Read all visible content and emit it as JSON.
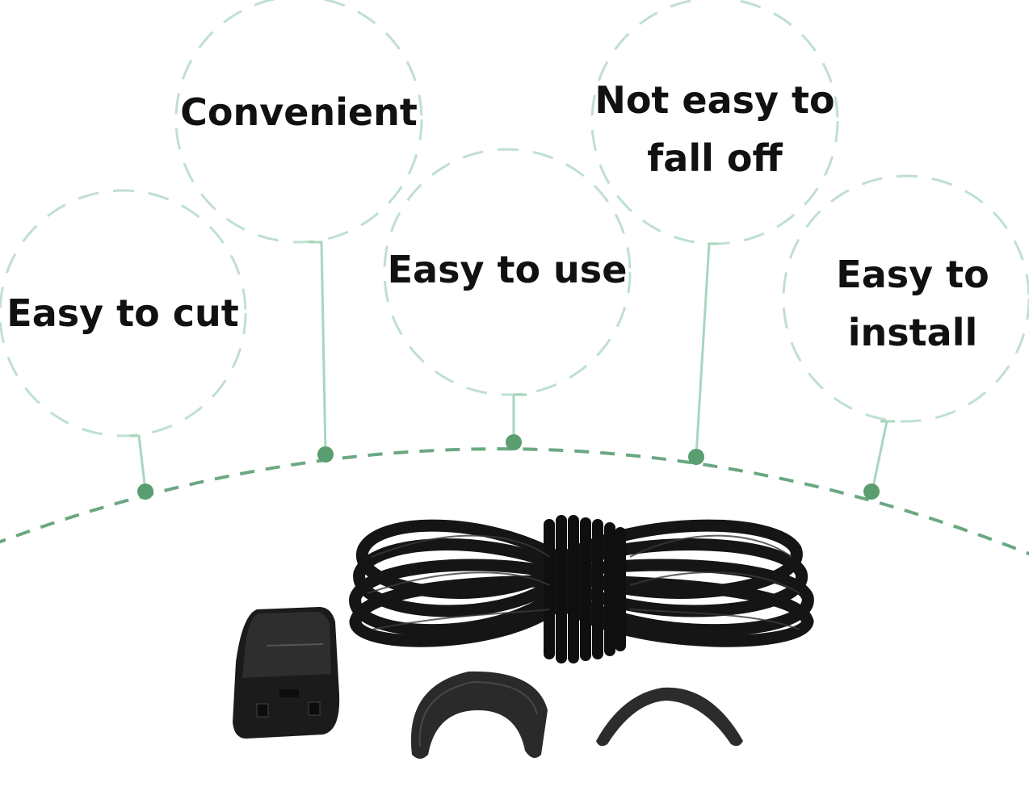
{
  "colors": {
    "accent_dot": "#5a9e6f",
    "dashed_circle": "#bfe0cf",
    "connector": "#a9d6bd",
    "arc": "#6aa882",
    "product": "#111111"
  },
  "features": [
    {
      "id": "easy-to-cut",
      "lines": [
        "Easy to cut"
      ]
    },
    {
      "id": "convenient",
      "lines": [
        "Convenient"
      ]
    },
    {
      "id": "easy-to-use",
      "lines": [
        "Easy to use"
      ]
    },
    {
      "id": "not-easy-to-fall-off",
      "lines": [
        "Not easy to",
        "fall off"
      ]
    },
    {
      "id": "easy-to-install",
      "lines": [
        "Easy to",
        "install"
      ]
    }
  ],
  "product": {
    "items": [
      "coiled-black-lace",
      "lace-lock-clip",
      "horseshoe-lace-end-large",
      "horseshoe-lace-end-small"
    ]
  }
}
